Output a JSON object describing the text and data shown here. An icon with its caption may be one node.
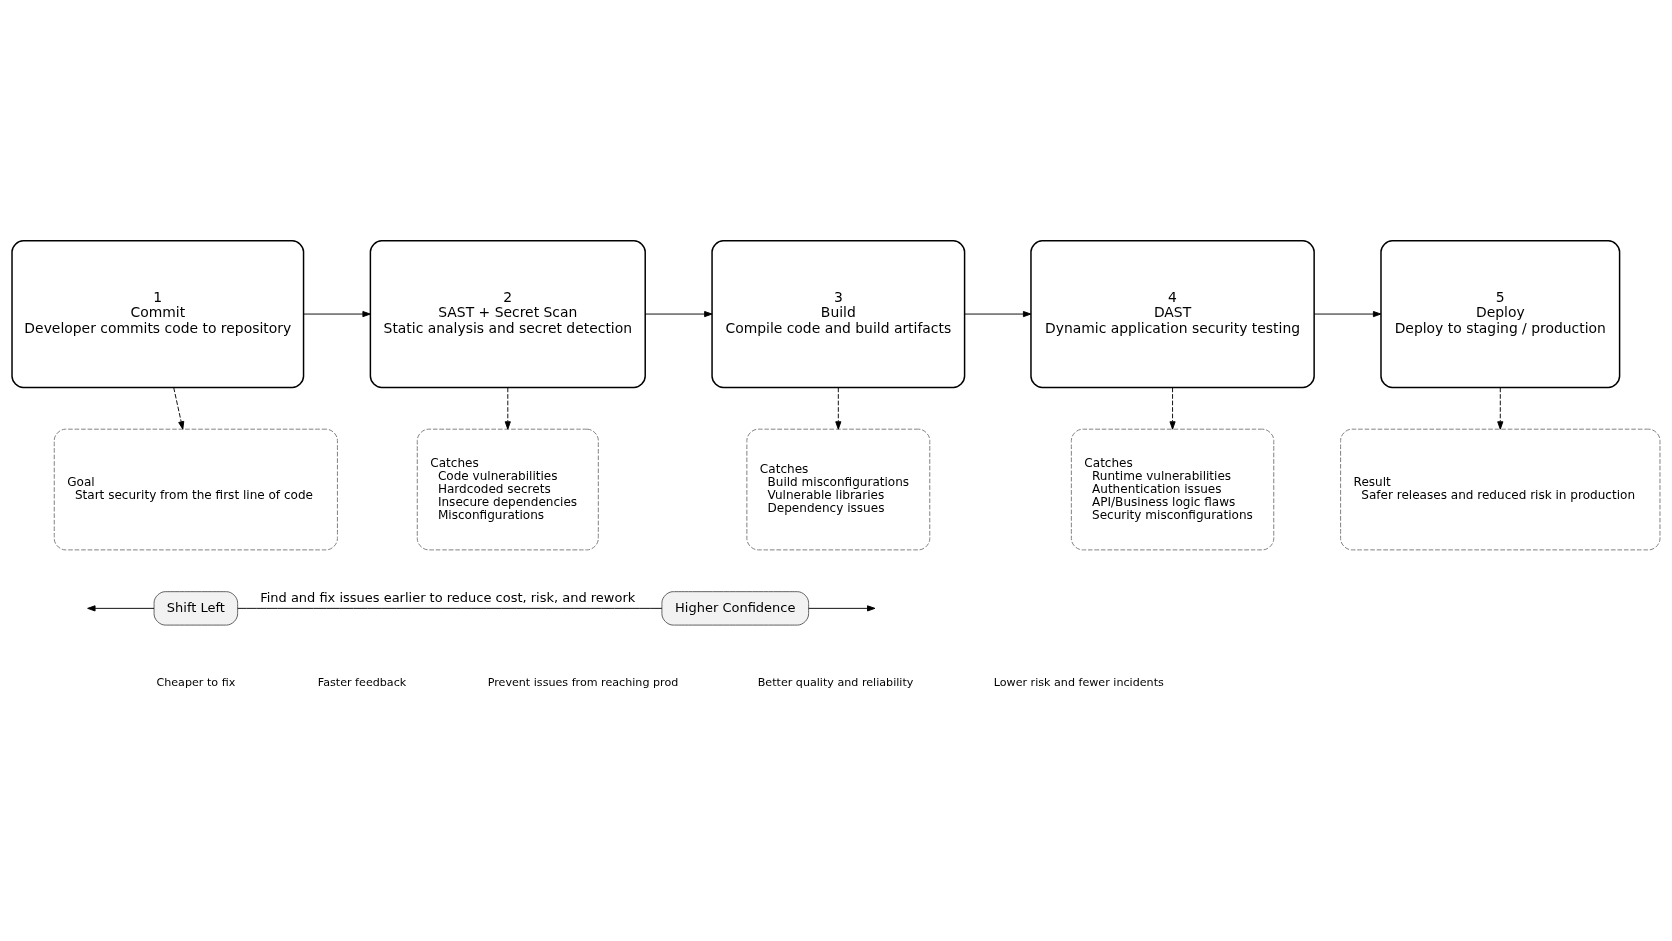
{
  "diagram": {
    "nodes": [
      {
        "text": [
          "1",
          "Commit",
          "Developer commits code to repository"
        ]
      },
      {
        "text": [
          "2",
          "SAST + Secret Scan",
          "Static analysis and secret detection"
        ]
      },
      {
        "text": [
          "3",
          "Build",
          "Compile code and build artifacts"
        ]
      },
      {
        "text": [
          "4",
          "DAST",
          "Dynamic application security testing"
        ]
      },
      {
        "text": [
          "5",
          "Deploy",
          "Deploy to staging / production"
        ]
      },
      {
        "text": [
          "Goal",
          "Start security from the first line of code"
        ]
      },
      {
        "text": [
          "Catches",
          "Code vulnerabilities",
          "Hardcoded secrets",
          "Insecure dependencies",
          "Misconfigurations"
        ]
      },
      {
        "text": [
          "Catches",
          "Build misconfigurations",
          "Vulnerable libraries",
          "Dependency issues"
        ]
      },
      {
        "text": [
          "Catches",
          "Runtime vulnerabilities",
          "Authentication issues",
          "API/Business logic flaws",
          "Security misconfigurations"
        ]
      },
      {
        "text": [
          "Result",
          "Safer releases and reduced risk in production"
        ]
      },
      {
        "text": [
          "Shift Left"
        ]
      },
      {
        "text": [
          "Higher Confidence"
        ]
      }
    ],
    "edges": [
      {
        "from": 0,
        "to": 1,
        "arrow": "to"
      },
      {
        "from": 1,
        "to": 2,
        "arrow": "to"
      },
      {
        "from": 2,
        "to": 3,
        "arrow": "to"
      },
      {
        "from": 3,
        "to": 4,
        "arrow": "to"
      },
      {
        "from": 0,
        "to": 5,
        "arrow": "to",
        "style": "dashed"
      },
      {
        "from": 1,
        "to": 6,
        "arrow": "to",
        "style": "dashed"
      },
      {
        "from": 2,
        "to": 7,
        "arrow": "to",
        "style": "dashed"
      },
      {
        "from": 3,
        "to": 8,
        "arrow": "to",
        "style": "dashed"
      },
      {
        "from": 4,
        "to": 9,
        "arrow": "to",
        "style": "dashed"
      },
      {
        "from": 10,
        "to": null,
        "arrow": "to"
      },
      {
        "from": 10,
        "to": 11,
        "arrow": "none",
        "label": "Find and fix issues earlier to reduce cost, risk, and rework"
      },
      {
        "from": 11,
        "to": null,
        "arrow": "to"
      }
    ],
    "labels": [
      "Cheaper to fix",
      "Faster feedback",
      "Prevent issues from reaching prod",
      "Better quality and reliability",
      "Lower risk and fewer incidents"
    ]
  }
}
